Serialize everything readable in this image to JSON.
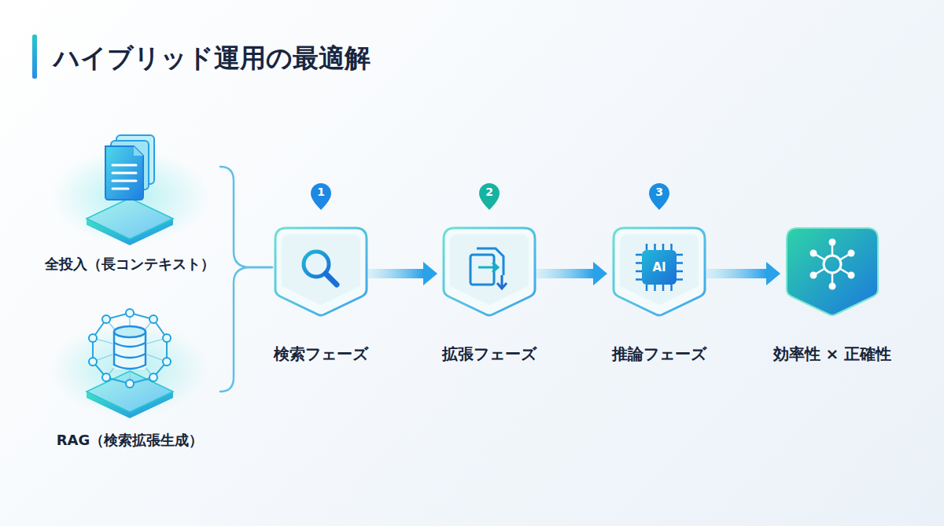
{
  "diagram": {
    "title": "ハイブリッド運用の最適解",
    "nodes": [
      {
        "text": [
          "全投入（長コンテキスト）"
        ]
      },
      {
        "text": [
          "RAG（検索拡張生成）"
        ]
      },
      {
        "text": [
          "検索フェーズ"
        ]
      },
      {
        "text": [
          "拡張フェーズ"
        ]
      },
      {
        "text": [
          "推論フェーズ"
        ]
      },
      {
        "text": [
          "効率性 × 正確性"
        ]
      }
    ],
    "edges": [
      {
        "from": 0,
        "to": 2,
        "arrow": "none"
      },
      {
        "from": 1,
        "to": 2,
        "arrow": "none"
      },
      {
        "from": 2,
        "to": 3,
        "arrow": "to"
      },
      {
        "from": 3,
        "to": 4,
        "arrow": "to"
      },
      {
        "from": 4,
        "to": 5,
        "arrow": "to"
      }
    ],
    "labels": [
      "1",
      "2",
      "3",
      "AI"
    ]
  }
}
